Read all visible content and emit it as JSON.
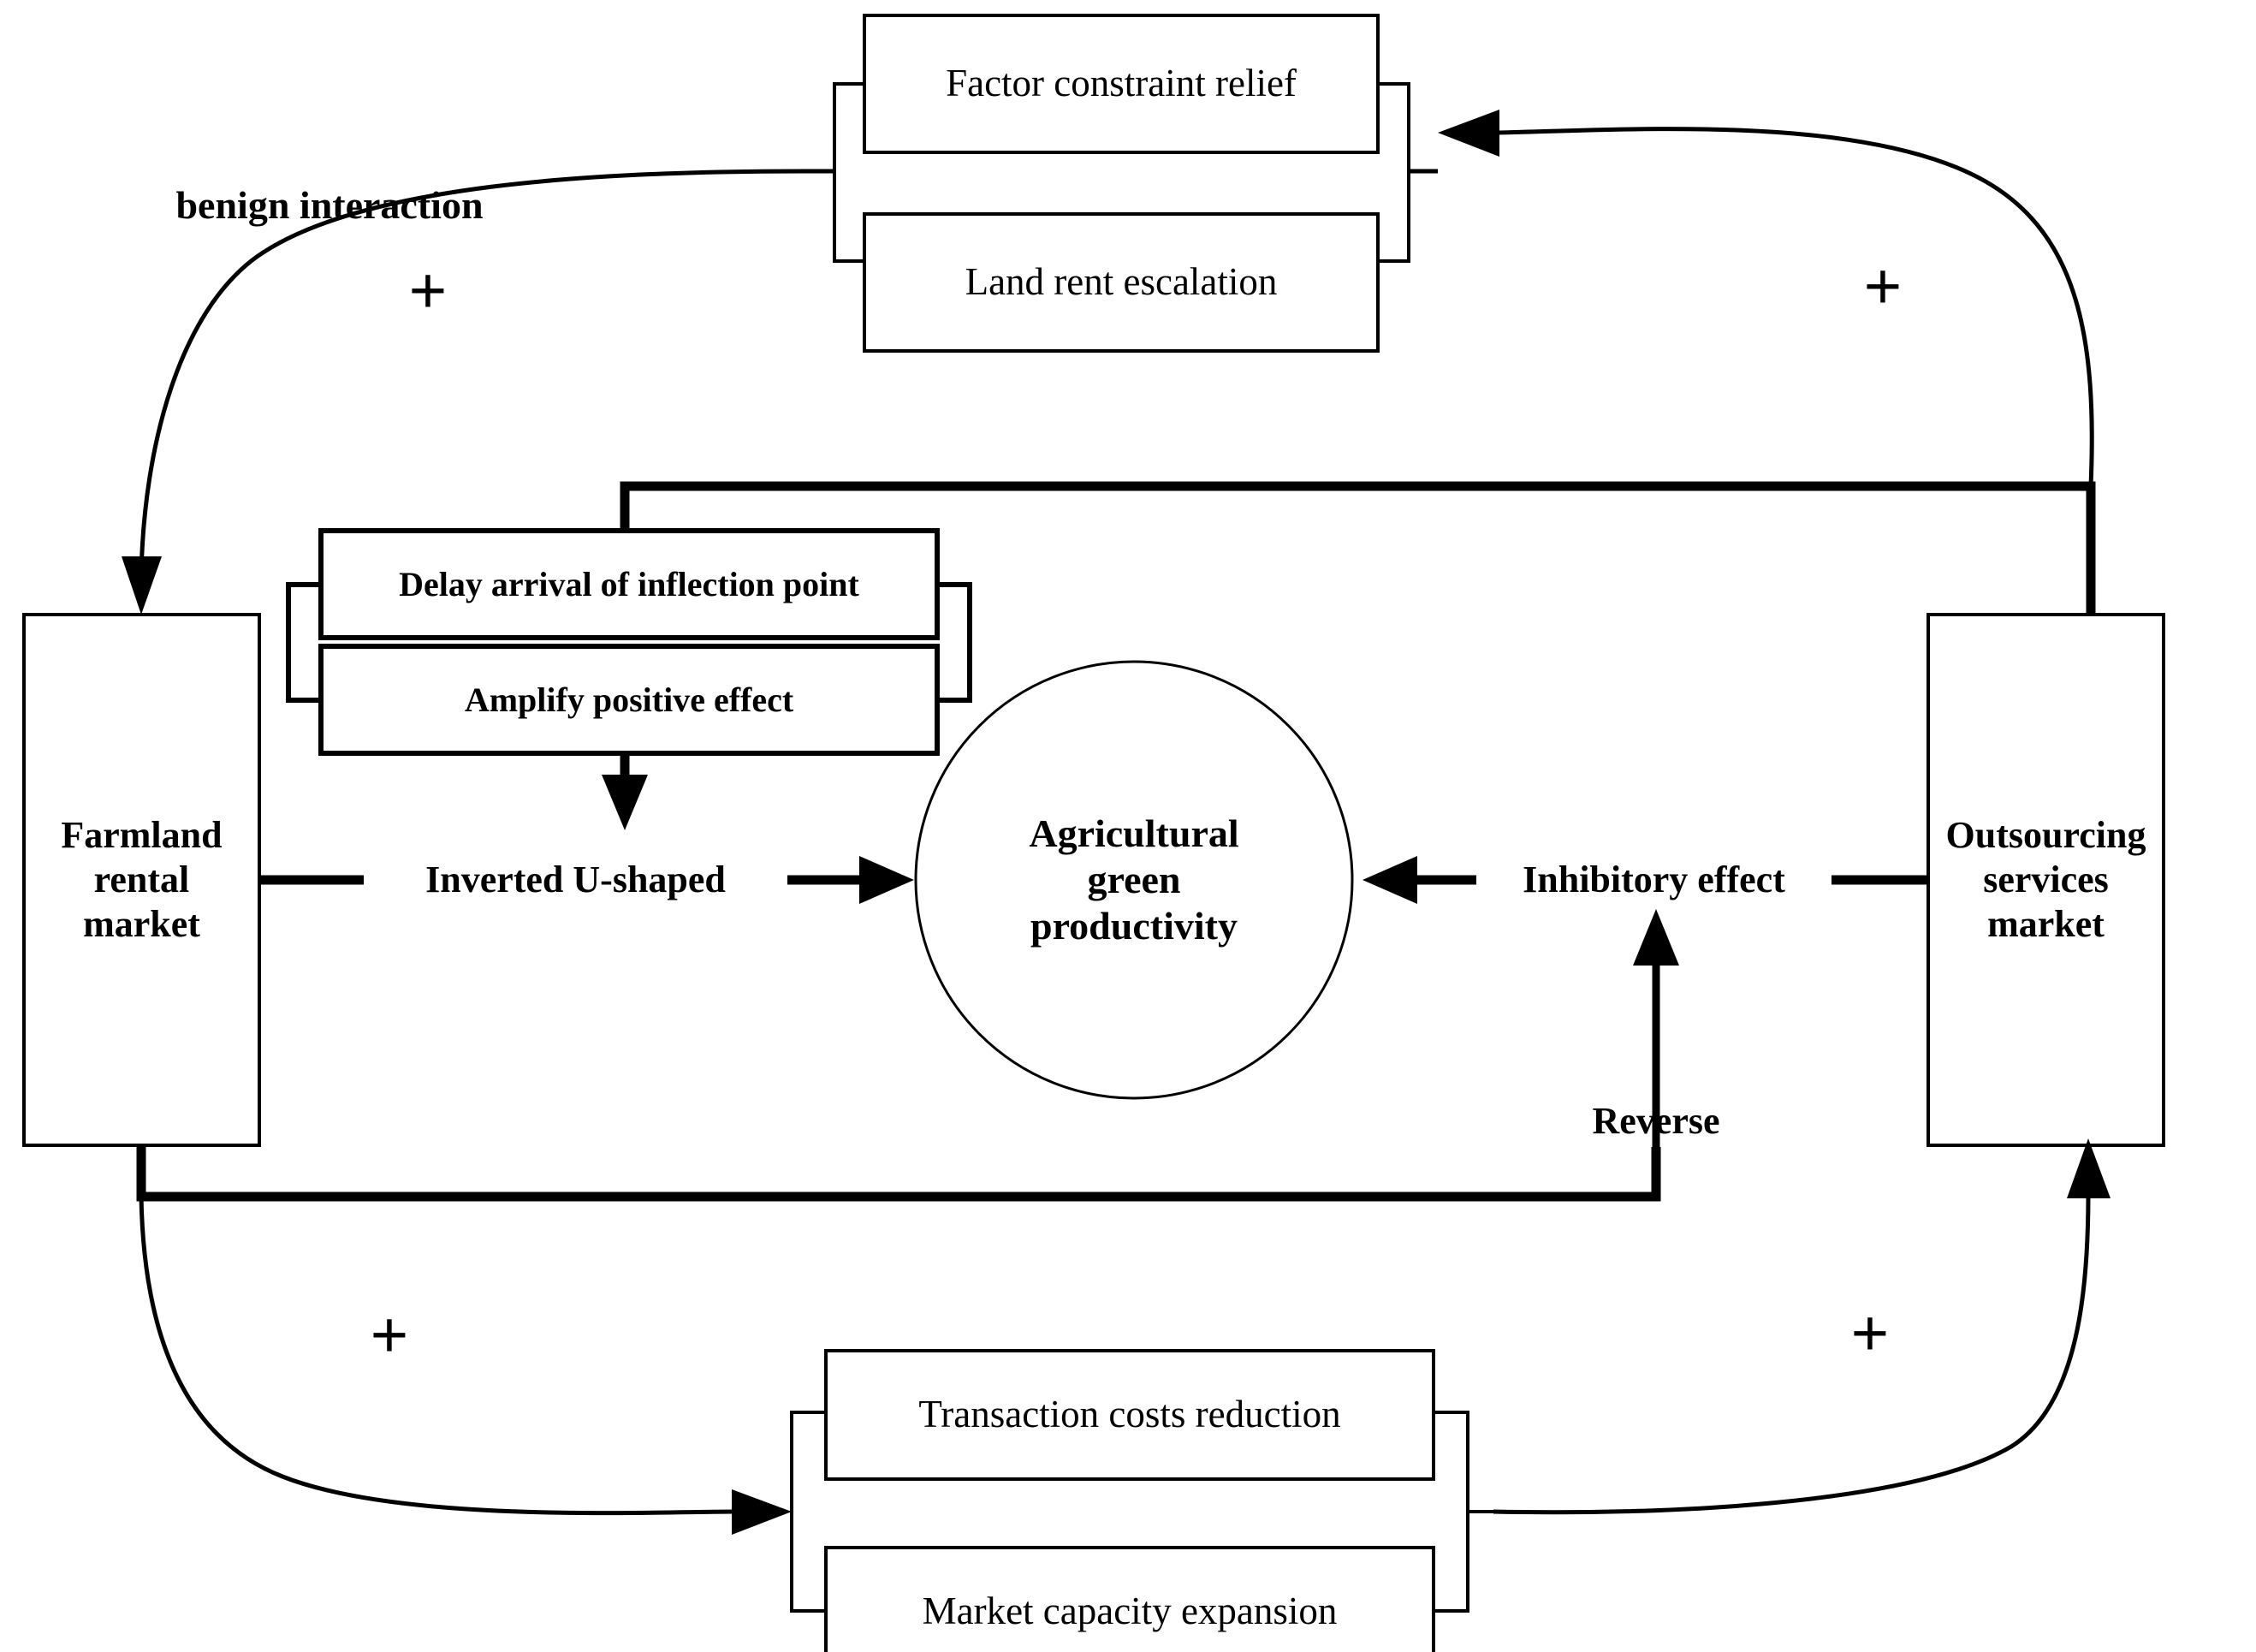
{
  "diagram": {
    "title_present": false,
    "colors": {
      "stroke": "#000000",
      "background": "#ffffff",
      "box_fill": "#ffffff"
    },
    "top_group": {
      "boxes": [
        {
          "label": "Factor constraint relief"
        },
        {
          "label": "Land rent escalation"
        }
      ]
    },
    "bottom_group": {
      "boxes": [
        {
          "label": "Transaction costs reduction"
        },
        {
          "label": "Market capacity expansion"
        }
      ]
    },
    "middle_group": {
      "boxes": [
        {
          "label": "Delay  arrival of  inflection point"
        },
        {
          "label": "Amplify  positive effect"
        }
      ]
    },
    "pillars": {
      "left": {
        "label": "Farmland\nrental\nmarket"
      },
      "right": {
        "label": "Outsourcing\nservices\nmarket"
      }
    },
    "center": {
      "label": "Agricultural\ngreen\nproductivity"
    },
    "edge_labels": {
      "benign_interaction": "benign interaction",
      "inverted_u": "Inverted U-shaped",
      "inhibitory": "Inhibitory effect",
      "reverse": "Reverse"
    },
    "signs": [
      {
        "id": "top-left",
        "symbol": "+"
      },
      {
        "id": "top-right",
        "symbol": "+"
      },
      {
        "id": "bottom-left",
        "symbol": "+"
      },
      {
        "id": "bottom-right",
        "symbol": "+"
      }
    ]
  }
}
